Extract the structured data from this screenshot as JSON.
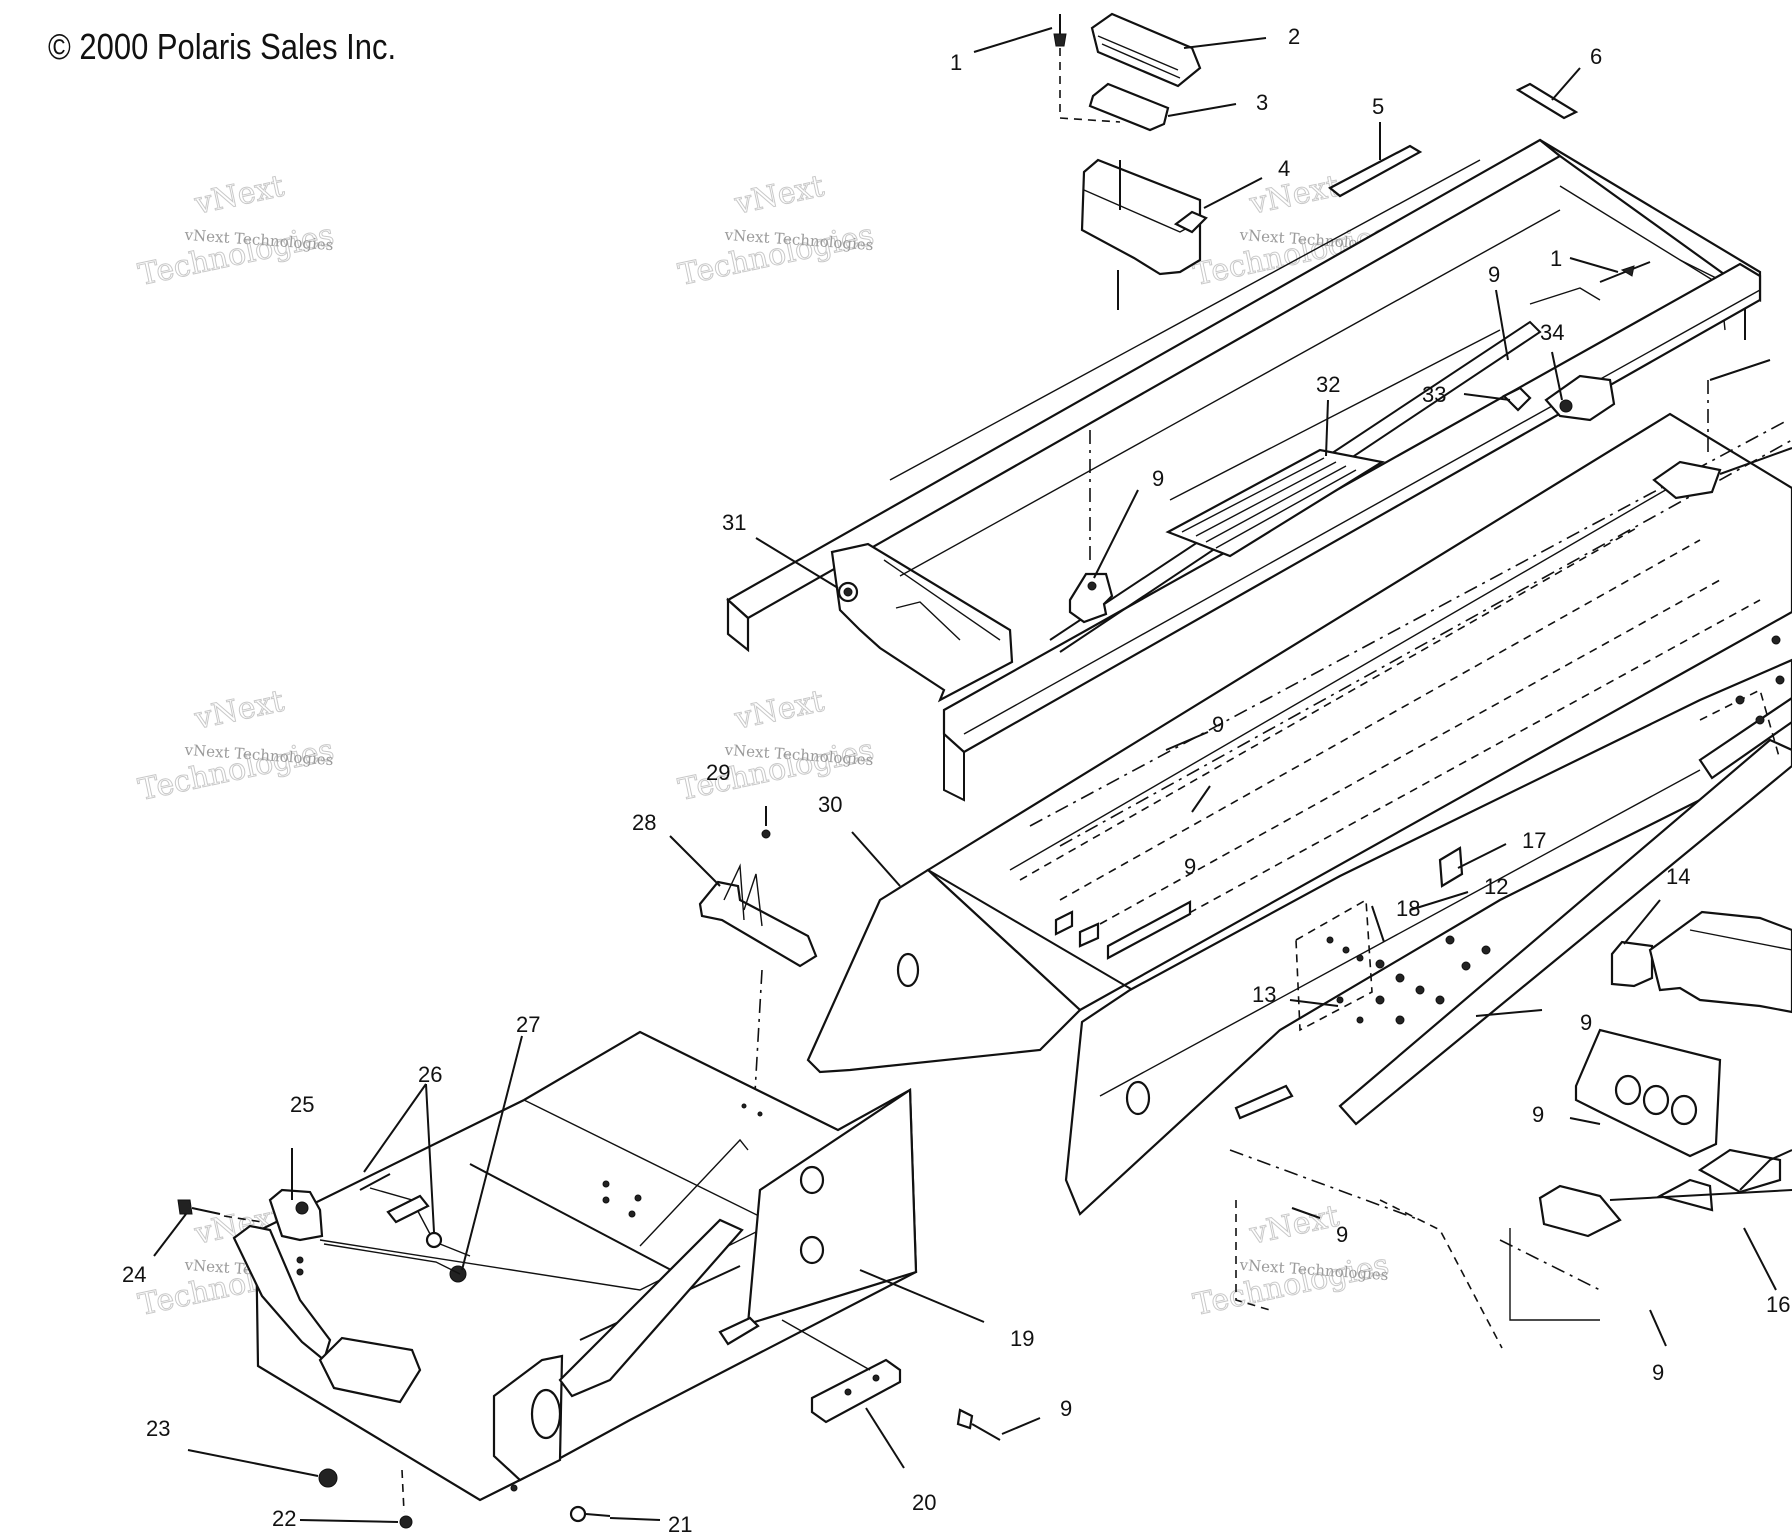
{
  "copyright": "© 2000 Polaris Sales Inc.",
  "watermark": {
    "line1": "vNext",
    "line2": "Technologies",
    "caption": "vNext Technologies"
  },
  "callouts": [
    {
      "id": "c1a",
      "text": "1"
    },
    {
      "id": "c2",
      "text": "2"
    },
    {
      "id": "c3",
      "text": "3"
    },
    {
      "id": "c4",
      "text": "4"
    },
    {
      "id": "c5",
      "text": "5"
    },
    {
      "id": "c6",
      "text": "6"
    },
    {
      "id": "c1b",
      "text": "1"
    },
    {
      "id": "c9a",
      "text": "9"
    },
    {
      "id": "c34",
      "text": "34"
    },
    {
      "id": "c33",
      "text": "33"
    },
    {
      "id": "c32",
      "text": "32"
    },
    {
      "id": "c9b",
      "text": "9"
    },
    {
      "id": "c31",
      "text": "31"
    },
    {
      "id": "c9c",
      "text": "9"
    },
    {
      "id": "c29",
      "text": "29"
    },
    {
      "id": "c28",
      "text": "28"
    },
    {
      "id": "c30",
      "text": "30"
    },
    {
      "id": "c9d",
      "text": "9"
    },
    {
      "id": "c17",
      "text": "17"
    },
    {
      "id": "c14",
      "text": "14"
    },
    {
      "id": "c12",
      "text": "12"
    },
    {
      "id": "c18",
      "text": "18"
    },
    {
      "id": "c13",
      "text": "13"
    },
    {
      "id": "c9e",
      "text": "9"
    },
    {
      "id": "c27",
      "text": "27"
    },
    {
      "id": "c26",
      "text": "26"
    },
    {
      "id": "c25",
      "text": "25"
    },
    {
      "id": "c9f",
      "text": "9"
    },
    {
      "id": "c24",
      "text": "24"
    },
    {
      "id": "c9g",
      "text": "9"
    },
    {
      "id": "c19",
      "text": "19"
    },
    {
      "id": "c16",
      "text": "16"
    },
    {
      "id": "c9h",
      "text": "9"
    },
    {
      "id": "c9i",
      "text": "9"
    },
    {
      "id": "c23",
      "text": "23"
    },
    {
      "id": "c20",
      "text": "20"
    },
    {
      "id": "c22",
      "text": "22"
    },
    {
      "id": "c21",
      "text": "21"
    }
  ]
}
